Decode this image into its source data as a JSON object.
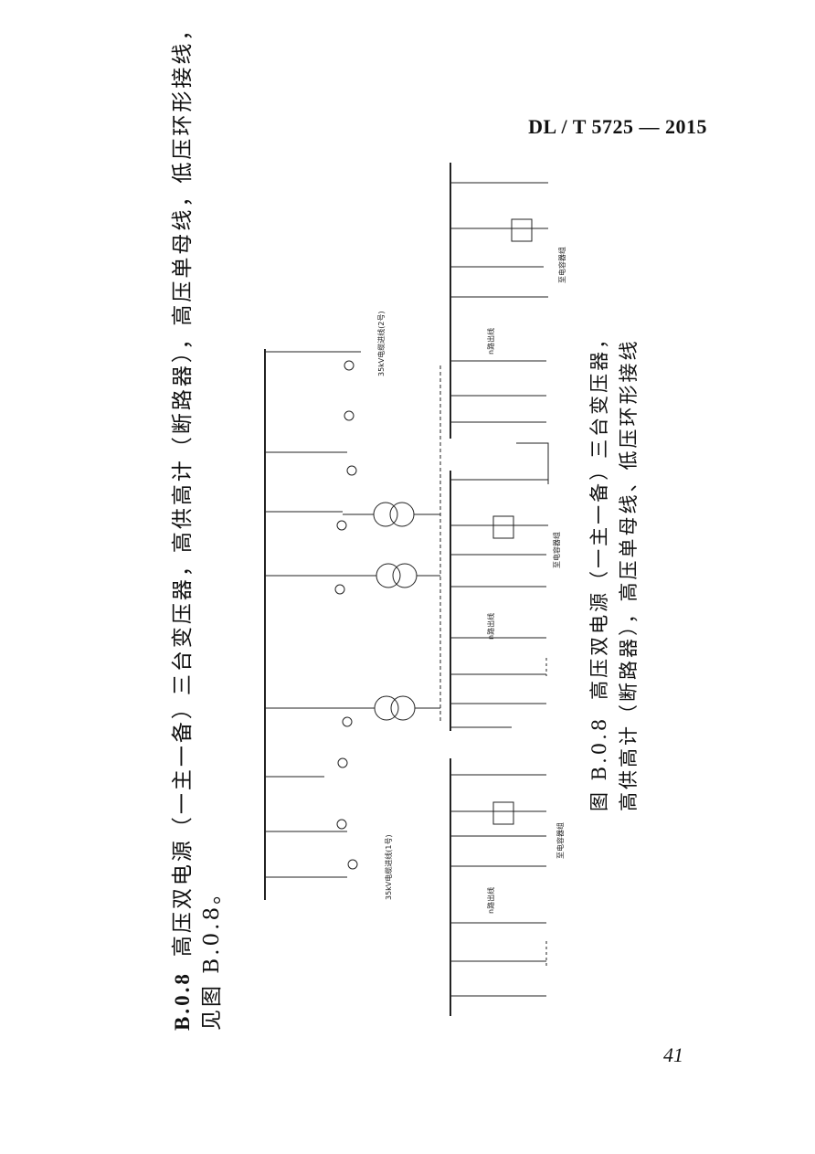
{
  "header": {
    "standard": "DL / T 5725 — 2015"
  },
  "body": {
    "section_number": "B.0.8",
    "line1": "高压双电源（一主一备）三台变压器，高供高计（断路器），高压单母线，低压环形接线，",
    "line2": "见图 B.0.8。"
  },
  "caption": {
    "figure_label": "图 B.0.8",
    "line1": "高压双电源（一主一备）三台变压器，",
    "line2": "高供高计（断路器），高压单母线、低压环形接线"
  },
  "diagram_labels": {
    "incoming_2": "35kV电缆进线(2号)",
    "incoming_1": "35kV电缆进线(1号)",
    "capacitor_bank_a": "至电容器组",
    "capacitor_bank_b": "至电容器组",
    "capacitor_bank_c": "至电容器组",
    "outgoing_a": "n路出线",
    "outgoing_b": "n路出线",
    "outgoing_c": "n路出线"
  },
  "page": {
    "number": "41"
  }
}
